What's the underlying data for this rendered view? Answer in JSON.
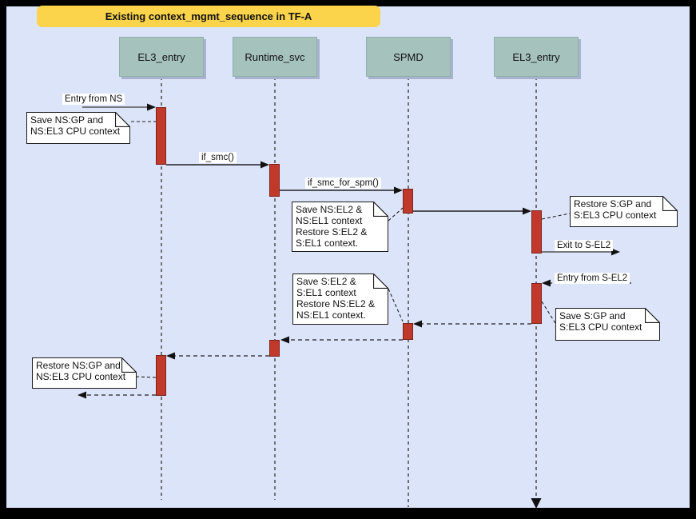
{
  "title": "Existing context_mgmt_sequence in TF-A",
  "diagram_type": "sequence",
  "lifelines": [
    {
      "id": "el3-entry-1",
      "label": "EL3_entry"
    },
    {
      "id": "runtime-svc",
      "label": "Runtime_svc"
    },
    {
      "id": "spmd",
      "label": "SPMD"
    },
    {
      "id": "el3-entry-2",
      "label": "EL3_entry"
    }
  ],
  "messages": [
    {
      "label": "Entry from NS",
      "style": "solid",
      "from": "external-left",
      "to": "EL3_entry"
    },
    {
      "label": "if_smc()",
      "style": "solid",
      "from": "EL3_entry",
      "to": "Runtime_svc"
    },
    {
      "label": "if_smc_for_spm()",
      "style": "solid",
      "from": "Runtime_svc",
      "to": "SPMD"
    },
    {
      "label": "",
      "style": "solid",
      "from": "SPMD",
      "to": "EL3_entry (2)"
    },
    {
      "label": "Exit to S-EL2",
      "style": "solid",
      "from": "EL3_entry (2)",
      "to": "external-right"
    },
    {
      "label": "Entry from S-EL2",
      "style": "dashed",
      "from": "external-right",
      "to": "EL3_entry (2)"
    },
    {
      "label": "",
      "style": "dashed",
      "from": "EL3_entry (2)",
      "to": "SPMD"
    },
    {
      "label": "",
      "style": "dashed",
      "from": "SPMD",
      "to": "Runtime_svc"
    },
    {
      "label": "",
      "style": "dashed",
      "from": "Runtime_svc",
      "to": "EL3_entry"
    },
    {
      "label": "",
      "style": "dashed",
      "from": "EL3_entry",
      "to": "external-left"
    }
  ],
  "notes": [
    {
      "text": "Save NS:GP and\nNS:EL3 CPU context",
      "attached_to": "EL3_entry"
    },
    {
      "text": "Save NS:EL2 &\nNS:EL1 context\nRestore S:EL2 &\nS:EL1 context.",
      "attached_to": "SPMD"
    },
    {
      "text": "Restore S:GP and\nS:EL3 CPU context",
      "attached_to": "EL3_entry (2)"
    },
    {
      "text": "Save S:GP and\nS:EL3 CPU context",
      "attached_to": "EL3_entry (2)"
    },
    {
      "text": "Save S:EL2 &\nS:EL1 context\nRestore NS:EL2 &\nNS:EL1 context.",
      "attached_to": "SPMD"
    },
    {
      "text": "Restore NS:GP and\nNS:EL3 CPU context",
      "attached_to": "EL3_entry"
    }
  ],
  "colors": {
    "background": "#dce4fa",
    "frame": "#000000",
    "title_bg": "#fbd44b",
    "lifeline_box": "#a5c2bd",
    "activation_fill": "#c0392b",
    "activation_border": "#7c241c",
    "note_bg": "#ffffff",
    "line": "#1a1a1a"
  }
}
